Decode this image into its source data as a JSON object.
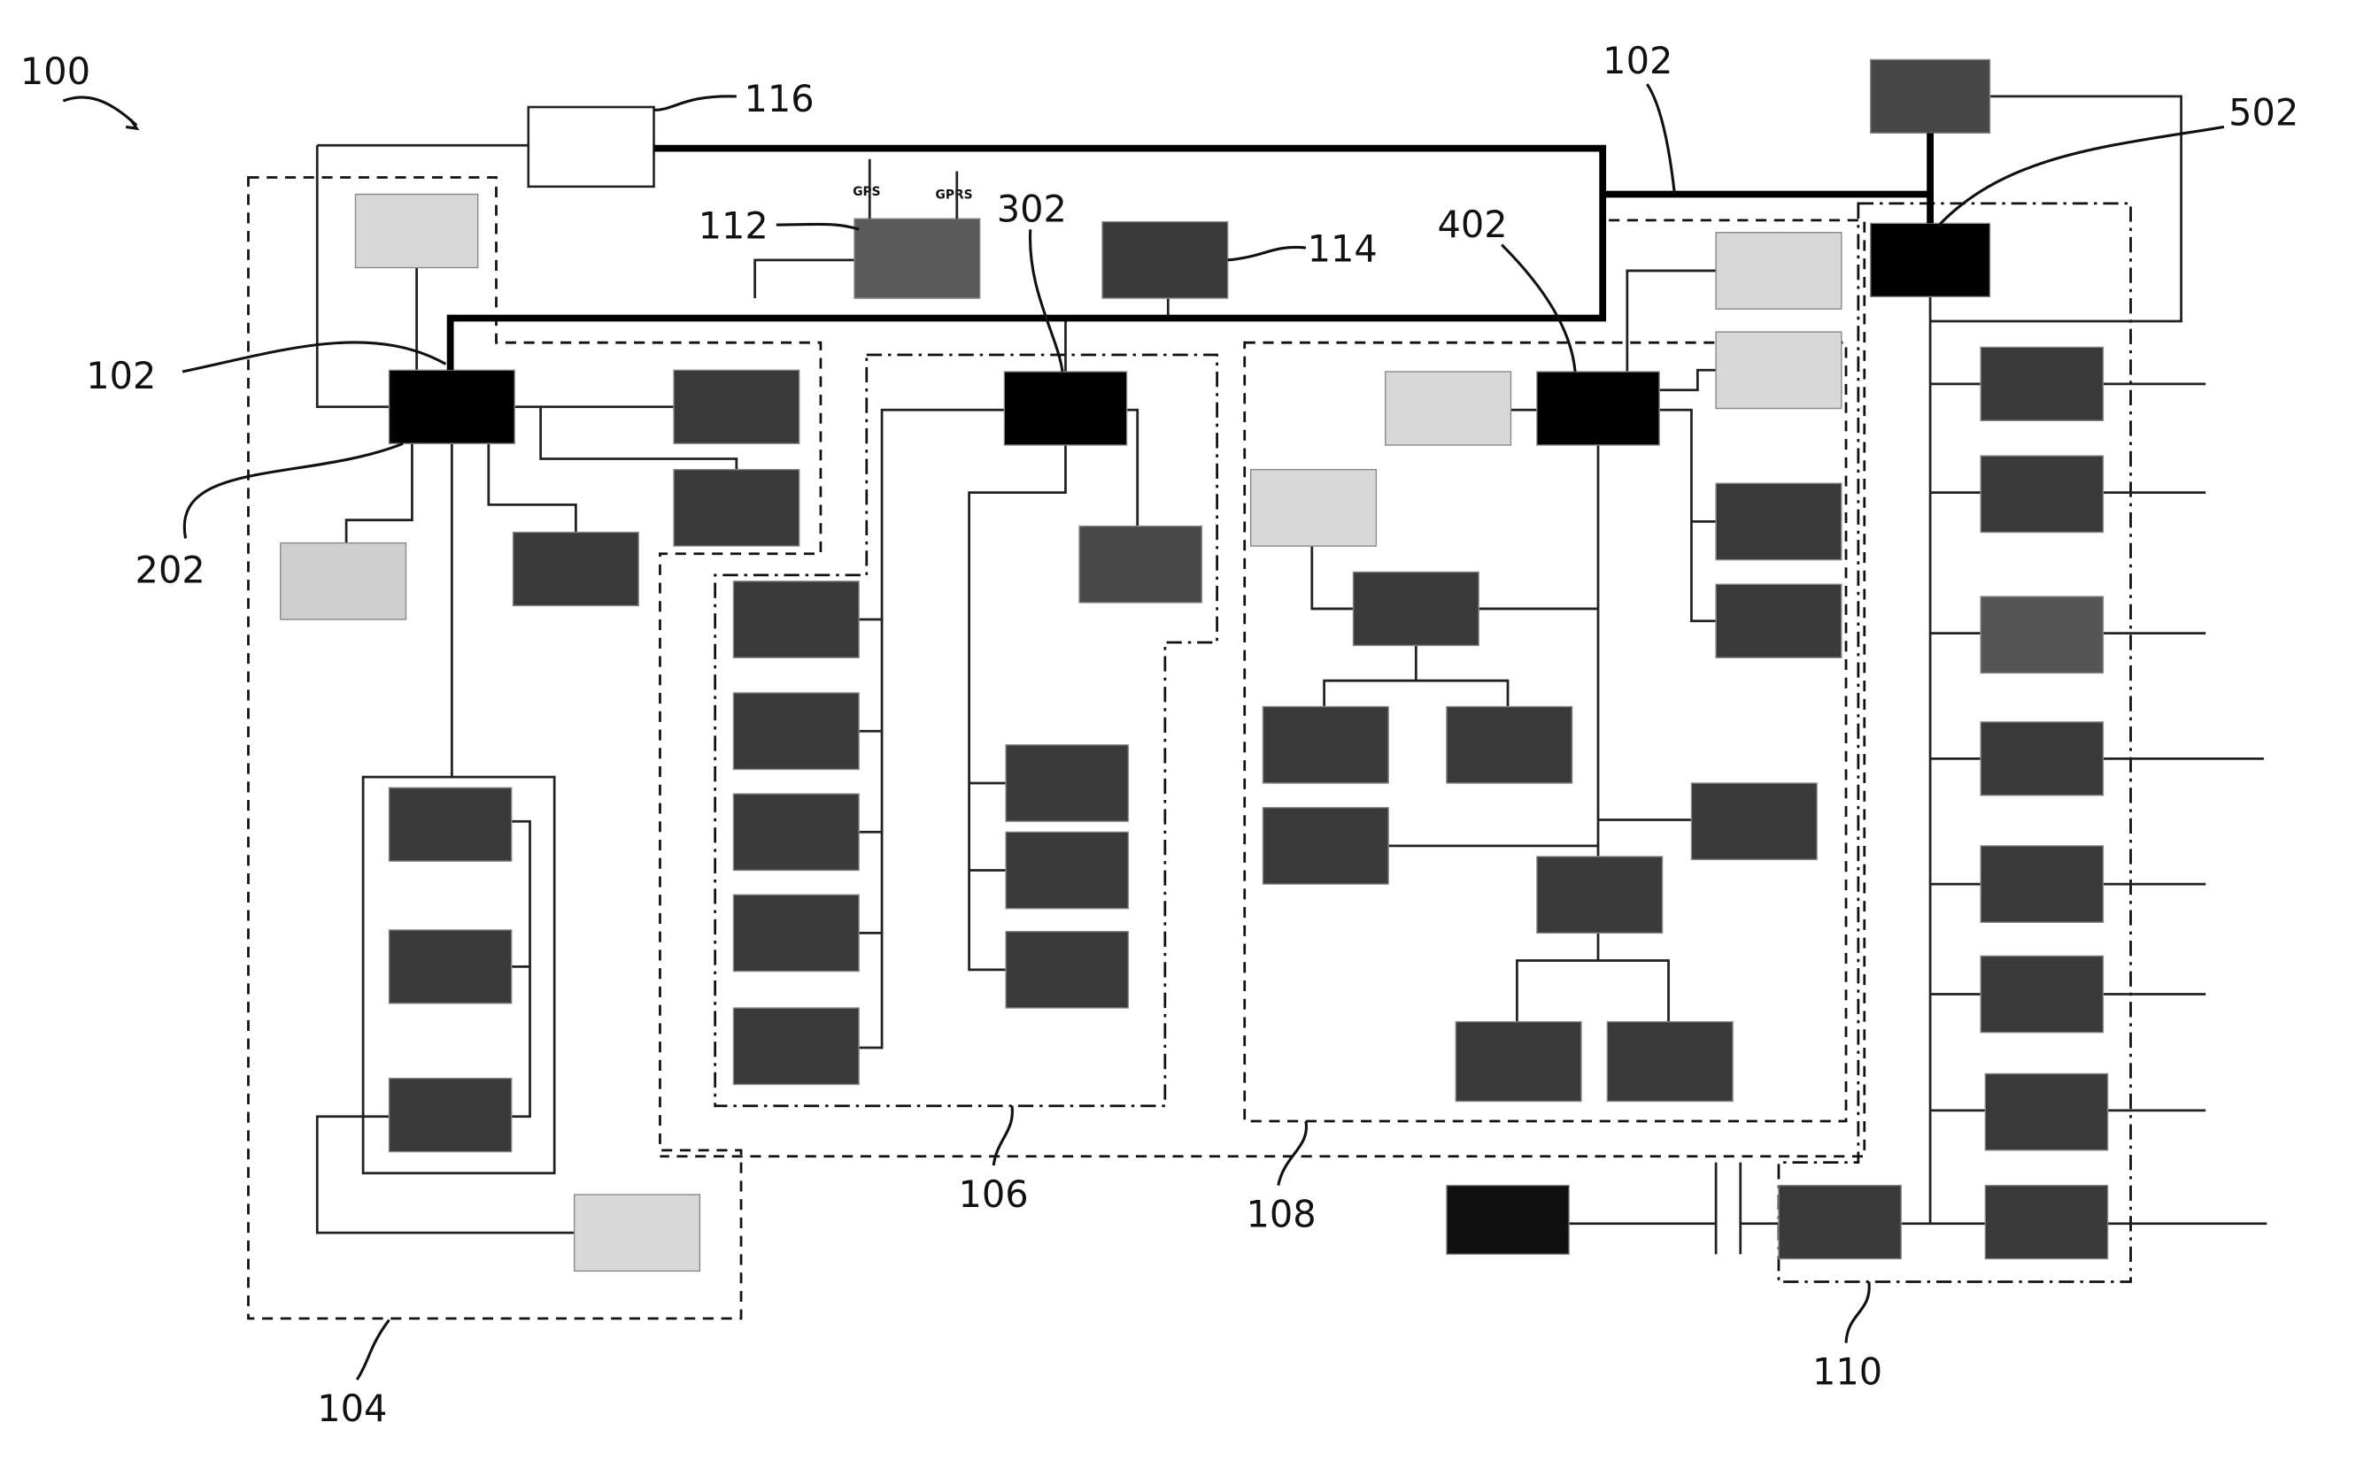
{
  "diagram": {
    "labels": {
      "ref_100": "100",
      "ref_116": "116",
      "ref_102_top": "102",
      "ref_502": "502",
      "ref_112": "112",
      "ref_302": "302",
      "ref_114": "114",
      "ref_402": "402",
      "ref_102_left": "102",
      "ref_202": "202",
      "ref_104": "104",
      "ref_106": "106",
      "ref_108": "108",
      "ref_110": "110"
    },
    "signals": {
      "gps": "GPS",
      "gprs": "GPRS"
    },
    "colors": {
      "bus": "#000000",
      "black_unit": "#000000",
      "dark_unit": "#3a3a3a",
      "light_unit": "#d8d8d8"
    }
  }
}
